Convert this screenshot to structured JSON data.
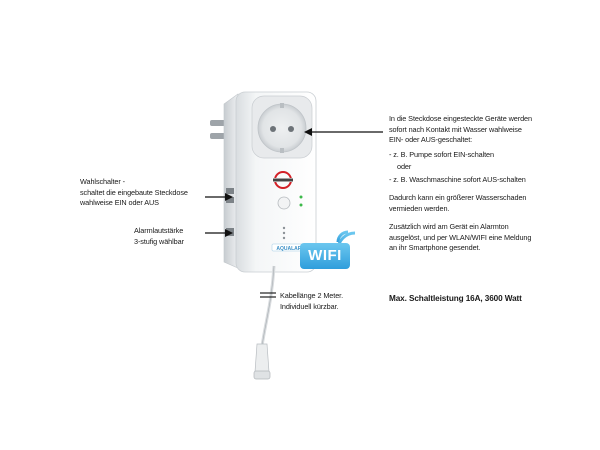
{
  "left_labels": {
    "switch": {
      "line1": "Wahlschalter -",
      "line2": "schaltet die eingebaute Steckdose",
      "line3": "wahlweise EIN oder AUS"
    },
    "volume": {
      "line1": "Alarmlautstärke",
      "line2": "3-stufig wählbar"
    }
  },
  "cable_label": {
    "line1": "Kabellänge 2 Meter.",
    "line2": "Individuell kürzbar."
  },
  "right_text": {
    "p1_line1": "In die Steckdose eingesteckte Geräte werden",
    "p1_line2": "sofort nach Kontakt mit Wasser wahlweise",
    "p1_line3": "EIN- oder AUS-geschaltet:",
    "ex1": "- z. B. Pumpe sofort EIN-schalten",
    "or": "oder",
    "ex2": "- z. B. Waschmaschine sofort AUS-schalten",
    "p2_line1": "Dadurch kann ein größerer Wasserschaden",
    "p2_line2": "vermieden werden.",
    "p3_line1": "Zusätzlich wird am Gerät ein Alarmton",
    "p3_line2": "ausgelöst, und per WLAN/WIFI eine Meldung",
    "p3_line3": "an ihr Smartphone gesendet.",
    "max": "Max. Schaltleistung 16A, 3600 Watt"
  },
  "wifi_badge": "WIFI",
  "device_strip": "AQUALARM"
}
